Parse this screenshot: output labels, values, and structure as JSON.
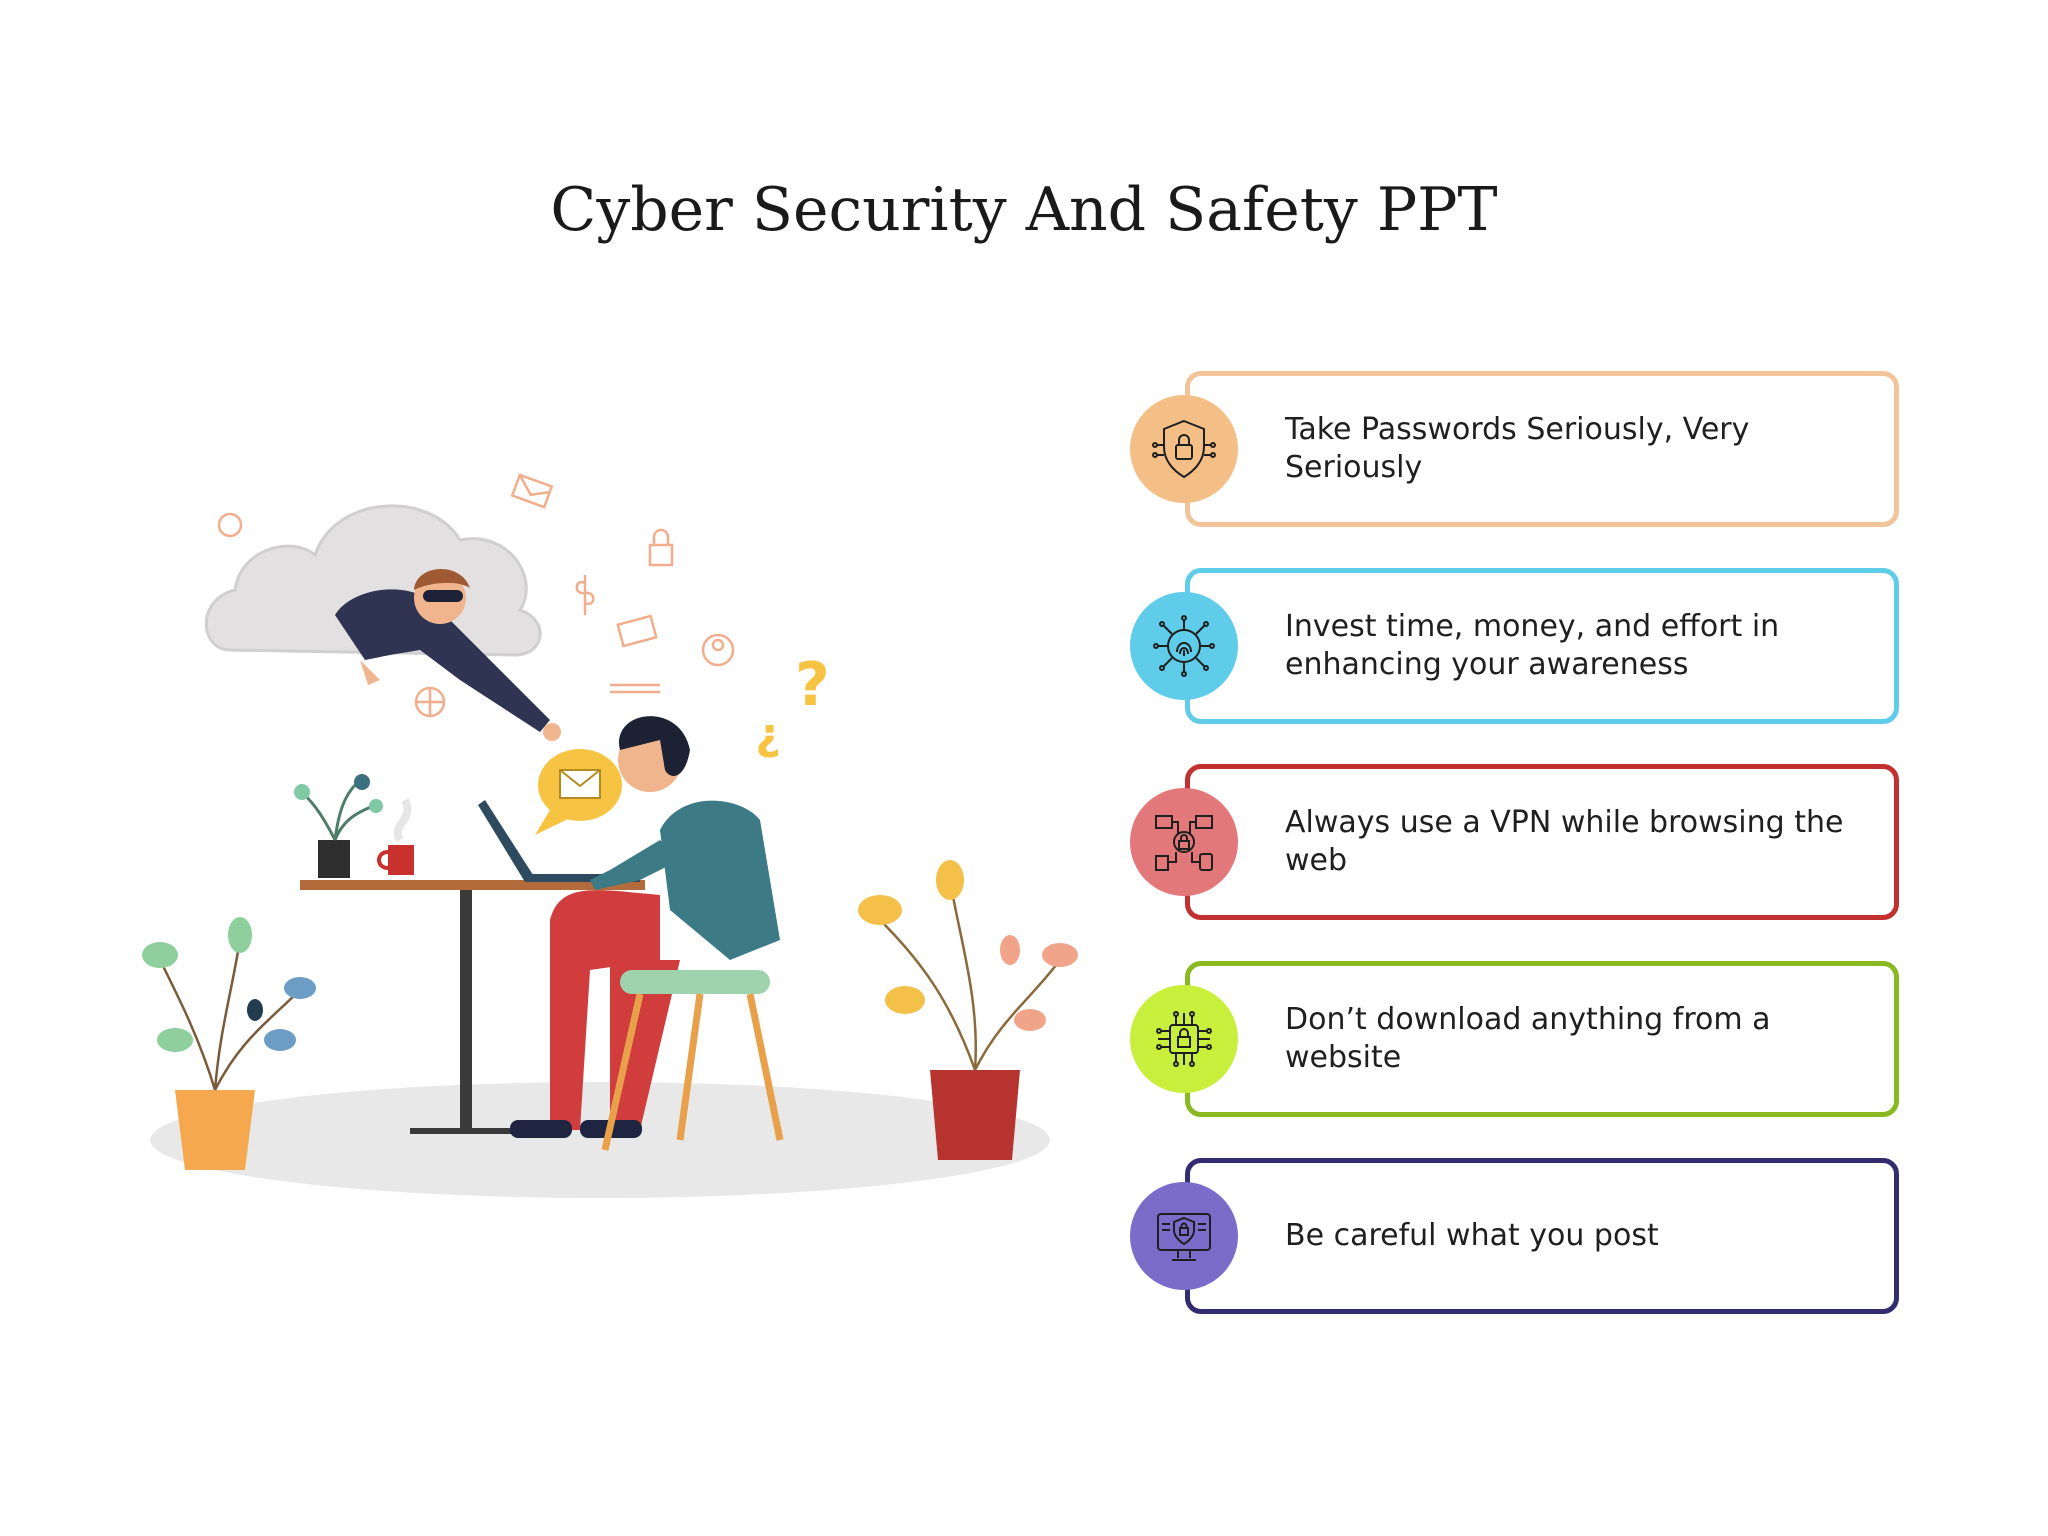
{
  "slide": {
    "title": "Cyber Security And Safety PPT"
  },
  "tips": [
    {
      "text": "Take Passwords Seriously, Very Seriously",
      "border_color": "#F2C49A",
      "badge_color": "#F4BF86",
      "icon": "shield-lock-icon"
    },
    {
      "text": " Invest time, money, and effort in enhancing your awareness",
      "border_color": "#5FCCEA",
      "badge_color": "#5FCCEA",
      "icon": "fingerprint-network-icon"
    },
    {
      "text": "Always use a VPN while browsing the web",
      "border_color": "#C2302F",
      "badge_color": "#E2787A",
      "icon": "vpn-devices-icon"
    },
    {
      "text": "Don’t download anything from a website",
      "border_color": "#8AB821",
      "badge_color": "#C7EF3C",
      "icon": "chip-lock-icon"
    },
    {
      "text": "Be careful what you post",
      "border_color": "#332C6E",
      "badge_color": "#7B6CC9",
      "icon": "monitor-shield-icon"
    }
  ]
}
